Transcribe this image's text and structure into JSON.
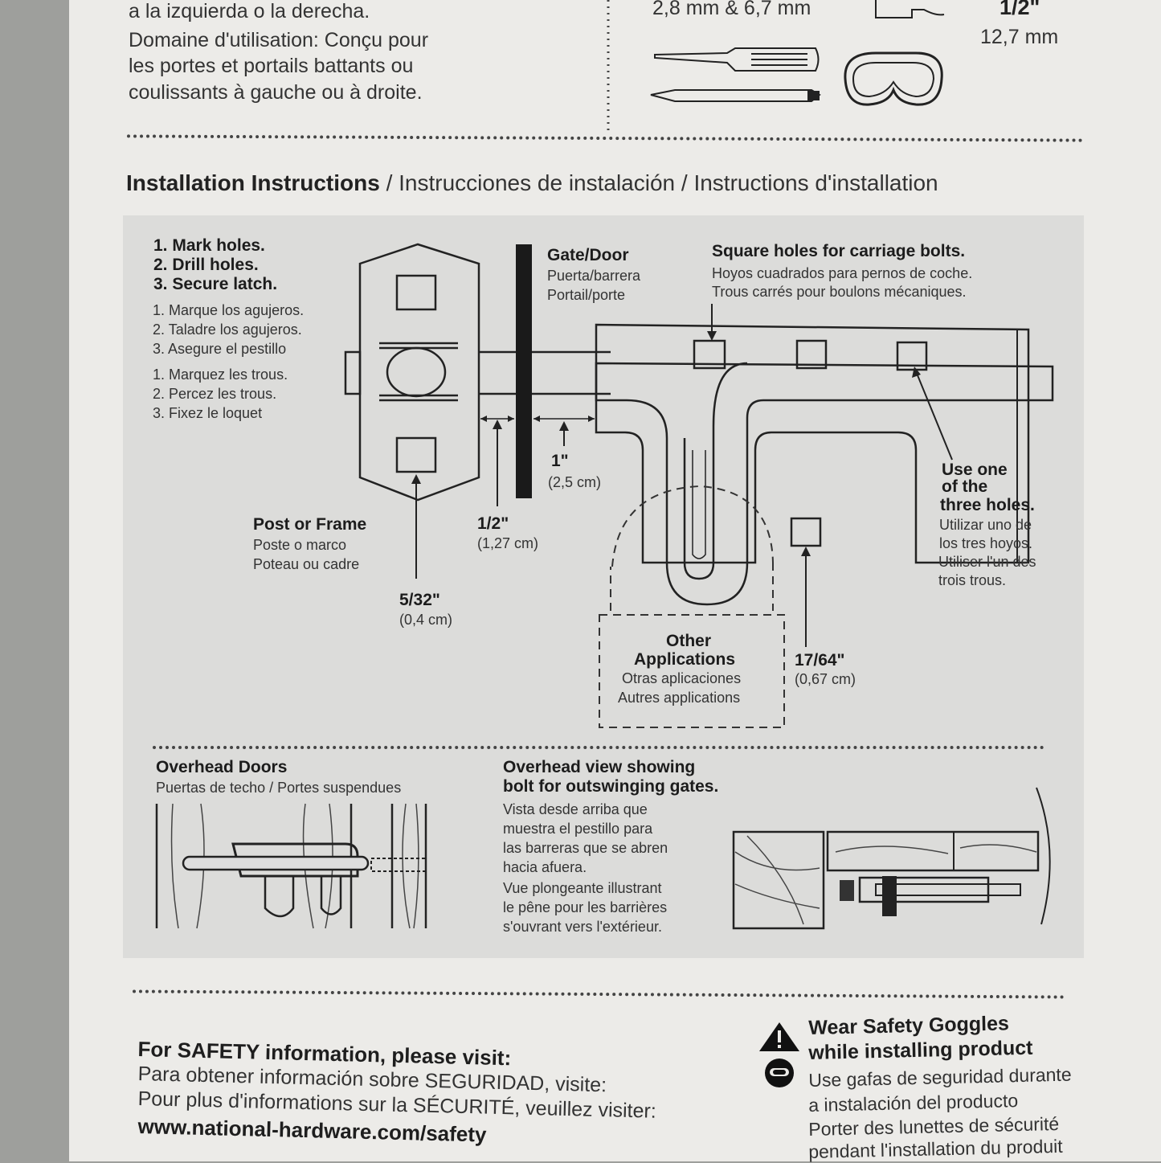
{
  "intro": {
    "line1": "a la izquierda o la derecha.",
    "line2": "Domaine d'utilisation: Conçu pour",
    "line3": "les portes et portails battants ou",
    "line4": "coulissants à gauche ou à droite."
  },
  "tools": {
    "drill_sizes": "2,8 mm & 6,7 mm",
    "bit_size": "1/2\"",
    "bit_metric": "12,7 mm"
  },
  "header": {
    "title": "Installation Instructions",
    "sub": " / Instrucciones de instalación / Instructions d'installation"
  },
  "steps": {
    "en": [
      "1.  Mark holes.",
      "2.  Drill holes.",
      "3.  Secure latch."
    ],
    "es": [
      "1.   Marque los agujeros.",
      "2.   Taladre los agujeros.",
      "3.   Asegure el pestillo"
    ],
    "fr": [
      "1.   Marquez les trous.",
      "2.   Percez les trous.",
      "3.   Fixez le loquet"
    ]
  },
  "labels": {
    "gate_en": "Gate/Door",
    "gate_es": "Puerta/barrera",
    "gate_fr": "Portail/porte",
    "square_en": "Square holes for carriage bolts.",
    "square_es": "Hoyos cuadrados para pernos de coche.",
    "square_fr": "Trous carrés pour boulons mécaniques.",
    "post_en": "Post or Frame",
    "post_es": "Poste o marco",
    "post_fr": "Poteau ou cadre",
    "half": "1/2\"",
    "half_cm": "(1,27 cm)",
    "one_in": "1\"",
    "one_cm": "(2,5 cm)",
    "five32": "5/32\"",
    "five32_cm": "(0,4 cm)",
    "use_en1": "Use one",
    "use_en2": "of the",
    "use_en3": "three holes.",
    "use_es1": "Utilizar uno de",
    "use_es2": "los tres hoyos.",
    "use_fr1": "Utiliser l'un des",
    "use_fr2": "trois trous.",
    "other_en1": "Other",
    "other_en2": "Applications",
    "other_es": "Otras aplicaciones",
    "other_fr": "Autres applications",
    "seventeen": "17/64\"",
    "seventeen_cm": "(0,67 cm)",
    "overhead_en": "Overhead Doors",
    "overhead_sub": "Puertas de techo / Portes suspendues",
    "view_en1": "Overhead view showing",
    "view_en2": "bolt for outswinging gates.",
    "view_es1": "Vista desde arriba que",
    "view_es2": "muestra el pestillo para",
    "view_es3": "las barreras que se abren",
    "view_es4": "hacia afuera.",
    "view_fr1": "Vue plongeante illustrant",
    "view_fr2": "le pêne pour les barrières",
    "view_fr3": "s'ouvrant vers l'extérieur."
  },
  "footer": {
    "safety_en": "For SAFETY information, please visit:",
    "safety_es": "Para obtener información sobre SEGURIDAD, visite:",
    "safety_fr": "Pour plus d'informations sur la SÉCURITÉ, veuillez visiter:",
    "url": "www.national-hardware.com/safety",
    "goggles_en1": "Wear Safety Goggles",
    "goggles_en2": "while installing product",
    "goggles_es1": "Use gafas de seguridad durante",
    "goggles_es2": "a instalación del producto",
    "goggles_fr1": "Porter des lunettes de sécurité",
    "goggles_fr2": "pendant l'installation du produit"
  }
}
